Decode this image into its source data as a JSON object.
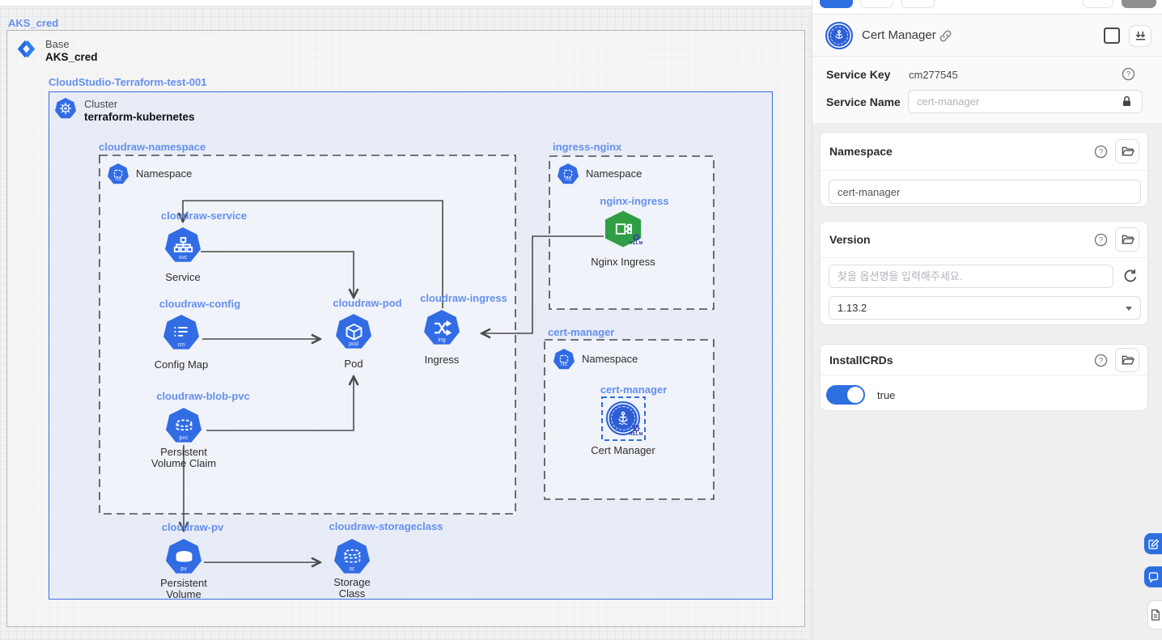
{
  "canvas": {
    "outer_label": "AKS_cred",
    "base": {
      "type": "Base",
      "name": "AKS_cred"
    },
    "cluster_label": "CloudStudio-Terraform-test-001",
    "cluster": {
      "type": "Cluster",
      "name": "terraform-kubernetes"
    },
    "groups": {
      "ns_main": "cloudraw-namespace",
      "ingress_nginx": "ingress-nginx",
      "cert_manager": "cert-manager"
    },
    "nodes": {
      "ns1": "Namespace",
      "ns2": "Namespace",
      "ns3": "Namespace",
      "service": {
        "group": "cloudraw-service",
        "label": "Service"
      },
      "config": {
        "group": "cloudraw-config",
        "label": "Config Map"
      },
      "pod": {
        "group": "cloudraw-pod",
        "label": "Pod"
      },
      "ingress": {
        "group": "cloudraw-ingress",
        "label": "Ingress"
      },
      "pvc": {
        "group": "cloudraw-blob-pvc",
        "label": "Persistent Volume Claim"
      },
      "pv": {
        "group": "cloudraw-pv",
        "label": "Persistent Volume"
      },
      "sc": {
        "group": "cloudraw-storageclass",
        "label": "Storage Class"
      },
      "nginx": {
        "group": "nginx-ingress",
        "label": "Nginx Ingress"
      },
      "certmgr": {
        "group": "cert-manager",
        "label": "Cert Manager"
      }
    },
    "tags": {
      "ns": "ns",
      "svc": "svc",
      "cm": "cm",
      "pod": "pod",
      "ing": "ing",
      "pvc": "pvc",
      "pv": "pv",
      "sc": "sc",
      "helm": "HELM"
    }
  },
  "panel": {
    "header": {
      "title": "Cert Manager"
    },
    "fields": {
      "service_key": {
        "label": "Service Key",
        "value": "cm277545"
      },
      "service_name": {
        "label": "Service Name",
        "placeholder": "cert-manager"
      }
    },
    "cards": {
      "namespace": {
        "title": "Namespace",
        "value": "cert-manager"
      },
      "version": {
        "title": "Version",
        "search_placeholder": "찾을 옵션명을 입력해주세요.",
        "selected": "1.13.2"
      },
      "installcrds": {
        "title": "InstallCRDs",
        "value": "true"
      }
    }
  },
  "colors": {
    "accent": "#2e6fe0",
    "k8s_blue": "#326CE5",
    "nginx_green": "#2f9e44",
    "helm_navy": "#2b36a0",
    "group_label_blue": "#6590ee"
  }
}
